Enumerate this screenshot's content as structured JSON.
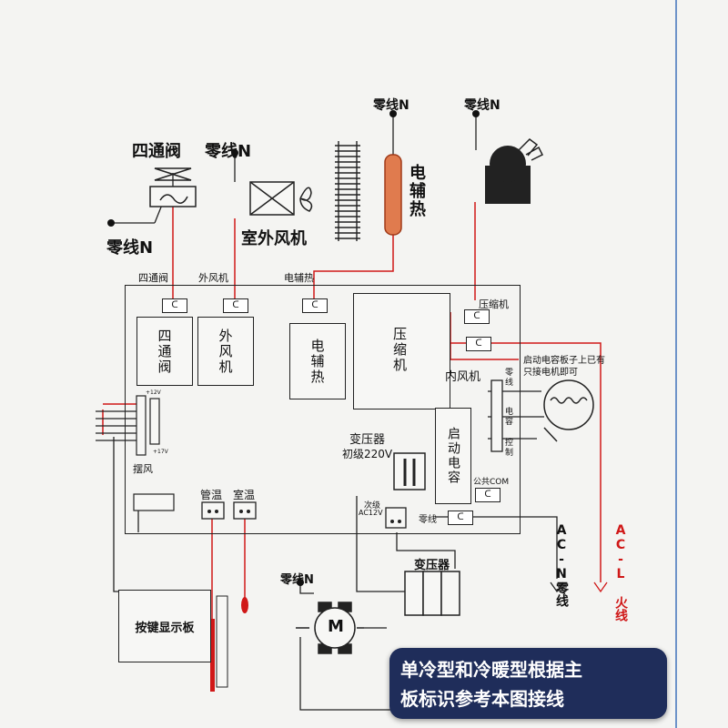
{
  "labels": {
    "four_way_valve_title": "四通阀",
    "neutral_n": "零线N",
    "outdoor_fan": "室外风机",
    "electric_heater_side": "电辅热",
    "board_four_way": "四通阀",
    "board_outdoor_fan": "外风机",
    "board_heater": "电辅热",
    "board_compressor": "压缩机",
    "box_four_way": "四通阀",
    "box_outdoor_fan": "外风机",
    "box_heater": "电辅热",
    "box_compressor": "压缩机",
    "indoor_fan": "内风机",
    "cap_note": "启动电容板子上已有只接电机即可",
    "pin_zero": "零线",
    "pin_cap": "电容",
    "pin_ctrl": "控制",
    "transformer": "变压器",
    "primary": "初级220V",
    "start_cap": "启动电容",
    "common": "公共COM",
    "secondary": "次级",
    "ac12v": "AC12V",
    "neutral_term": "零线",
    "plus12v_top": "+12V",
    "plus12v_bottom": "+17V",
    "swing": "摆风",
    "pipe_temp": "管温",
    "room_temp": "室温",
    "transformer_bottom": "变压器",
    "key_display": "按键显示板",
    "motor_m": "M",
    "ac_n": "AC-N零线",
    "ac_l": "AC-L 火线",
    "banner_line1": "单冷型和冷暖型根据主",
    "banner_line2": "板标识参考本图接线"
  },
  "colors": {
    "wire_red": "#d01818",
    "wire_dark": "#222222",
    "banner_bg": "#1f2d5a",
    "heater_fill": "#e07b4e"
  }
}
